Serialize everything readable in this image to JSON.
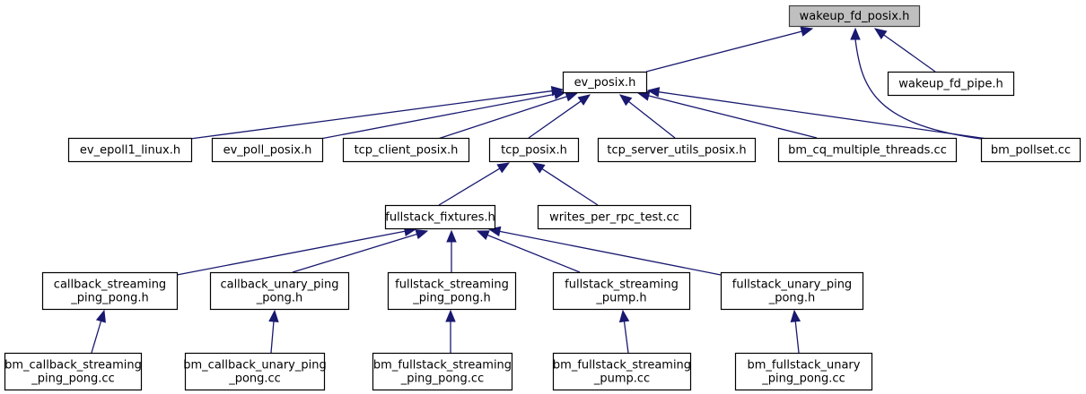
{
  "diagram": {
    "type": "include-dependency-graph",
    "colors": {
      "edge": "#191970",
      "root_fill": "#bfbfbf",
      "node_fill": "#ffffff"
    },
    "nodes": [
      {
        "id": "wakeup_fd_posix",
        "lines": [
          "wakeup_fd_posix.h"
        ],
        "root": true
      },
      {
        "id": "ev_posix",
        "lines": [
          "ev_posix.h"
        ]
      },
      {
        "id": "wakeup_fd_pipe",
        "lines": [
          "wakeup_fd_pipe.h"
        ]
      },
      {
        "id": "ev_epoll1_linux",
        "lines": [
          "ev_epoll1_linux.h"
        ]
      },
      {
        "id": "ev_poll_posix",
        "lines": [
          "ev_poll_posix.h"
        ]
      },
      {
        "id": "tcp_client_posix",
        "lines": [
          "tcp_client_posix.h"
        ]
      },
      {
        "id": "tcp_posix",
        "lines": [
          "tcp_posix.h"
        ]
      },
      {
        "id": "tcp_server_utils_posix",
        "lines": [
          "tcp_server_utils_posix.h"
        ]
      },
      {
        "id": "bm_cq_multiple_threads",
        "lines": [
          "bm_cq_multiple_threads.cc"
        ]
      },
      {
        "id": "bm_pollset",
        "lines": [
          "bm_pollset.cc"
        ]
      },
      {
        "id": "fullstack_fixtures",
        "lines": [
          "fullstack_fixtures.h"
        ]
      },
      {
        "id": "writes_per_rpc_test",
        "lines": [
          "writes_per_rpc_test.cc"
        ]
      },
      {
        "id": "callback_streaming_ping_pong",
        "lines": [
          "callback_streaming",
          "_ping_pong.h"
        ]
      },
      {
        "id": "callback_unary_ping_pong",
        "lines": [
          "callback_unary_ping",
          "_pong.h"
        ]
      },
      {
        "id": "fullstack_streaming_ping_pong",
        "lines": [
          "fullstack_streaming",
          "_ping_pong.h"
        ]
      },
      {
        "id": "fullstack_streaming_pump",
        "lines": [
          "fullstack_streaming",
          "_pump.h"
        ]
      },
      {
        "id": "fullstack_unary_ping_pong",
        "lines": [
          "fullstack_unary_ping",
          "_pong.h"
        ]
      },
      {
        "id": "bm_callback_streaming_ping_pong",
        "lines": [
          "bm_callback_streaming",
          "_ping_pong.cc"
        ]
      },
      {
        "id": "bm_callback_unary_ping_pong",
        "lines": [
          "bm_callback_unary_ping",
          "_pong.cc"
        ]
      },
      {
        "id": "bm_fullstack_streaming_ping_pong",
        "lines": [
          "bm_fullstack_streaming",
          "_ping_pong.cc"
        ]
      },
      {
        "id": "bm_fullstack_streaming_pump",
        "lines": [
          "bm_fullstack_streaming",
          "_pump.cc"
        ]
      },
      {
        "id": "bm_fullstack_unary_ping_pong",
        "lines": [
          "bm_fullstack_unary",
          "_ping_pong.cc"
        ]
      }
    ],
    "edges": [
      {
        "from": "ev_posix",
        "to": "wakeup_fd_posix"
      },
      {
        "from": "wakeup_fd_pipe",
        "to": "wakeup_fd_posix"
      },
      {
        "from": "bm_pollset",
        "to": "wakeup_fd_posix"
      },
      {
        "from": "ev_epoll1_linux",
        "to": "ev_posix"
      },
      {
        "from": "ev_poll_posix",
        "to": "ev_posix"
      },
      {
        "from": "tcp_client_posix",
        "to": "ev_posix"
      },
      {
        "from": "tcp_posix",
        "to": "ev_posix"
      },
      {
        "from": "tcp_server_utils_posix",
        "to": "ev_posix"
      },
      {
        "from": "bm_cq_multiple_threads",
        "to": "ev_posix"
      },
      {
        "from": "bm_pollset",
        "to": "ev_posix"
      },
      {
        "from": "fullstack_fixtures",
        "to": "tcp_posix"
      },
      {
        "from": "writes_per_rpc_test",
        "to": "tcp_posix"
      },
      {
        "from": "callback_streaming_ping_pong",
        "to": "fullstack_fixtures"
      },
      {
        "from": "callback_unary_ping_pong",
        "to": "fullstack_fixtures"
      },
      {
        "from": "fullstack_streaming_ping_pong",
        "to": "fullstack_fixtures"
      },
      {
        "from": "fullstack_streaming_pump",
        "to": "fullstack_fixtures"
      },
      {
        "from": "fullstack_unary_ping_pong",
        "to": "fullstack_fixtures"
      },
      {
        "from": "bm_callback_streaming_ping_pong",
        "to": "callback_streaming_ping_pong"
      },
      {
        "from": "bm_callback_unary_ping_pong",
        "to": "callback_unary_ping_pong"
      },
      {
        "from": "bm_fullstack_streaming_ping_pong",
        "to": "fullstack_streaming_ping_pong"
      },
      {
        "from": "bm_fullstack_streaming_pump",
        "to": "fullstack_streaming_pump"
      },
      {
        "from": "bm_fullstack_unary_ping_pong",
        "to": "fullstack_unary_ping_pong"
      }
    ]
  }
}
